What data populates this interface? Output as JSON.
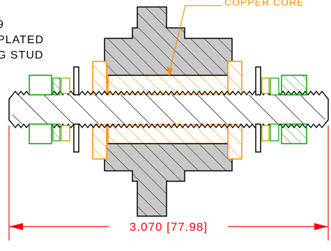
{
  "labels": {
    "left_line_1": "9",
    "left_line_2": "PLATED",
    "left_line_3": "G STUD",
    "copper_core": "COPPER CORE"
  },
  "dimension": {
    "text": "3.070 [77.98]"
  },
  "colors": {
    "outline": "#000000",
    "hatch": "#000000",
    "body_fill": "#c8c8c8",
    "copper": "#ff8c00",
    "washer_green": "#00a000",
    "nut_yellow": "#b5b500",
    "dimension_red": "#ff0000"
  }
}
